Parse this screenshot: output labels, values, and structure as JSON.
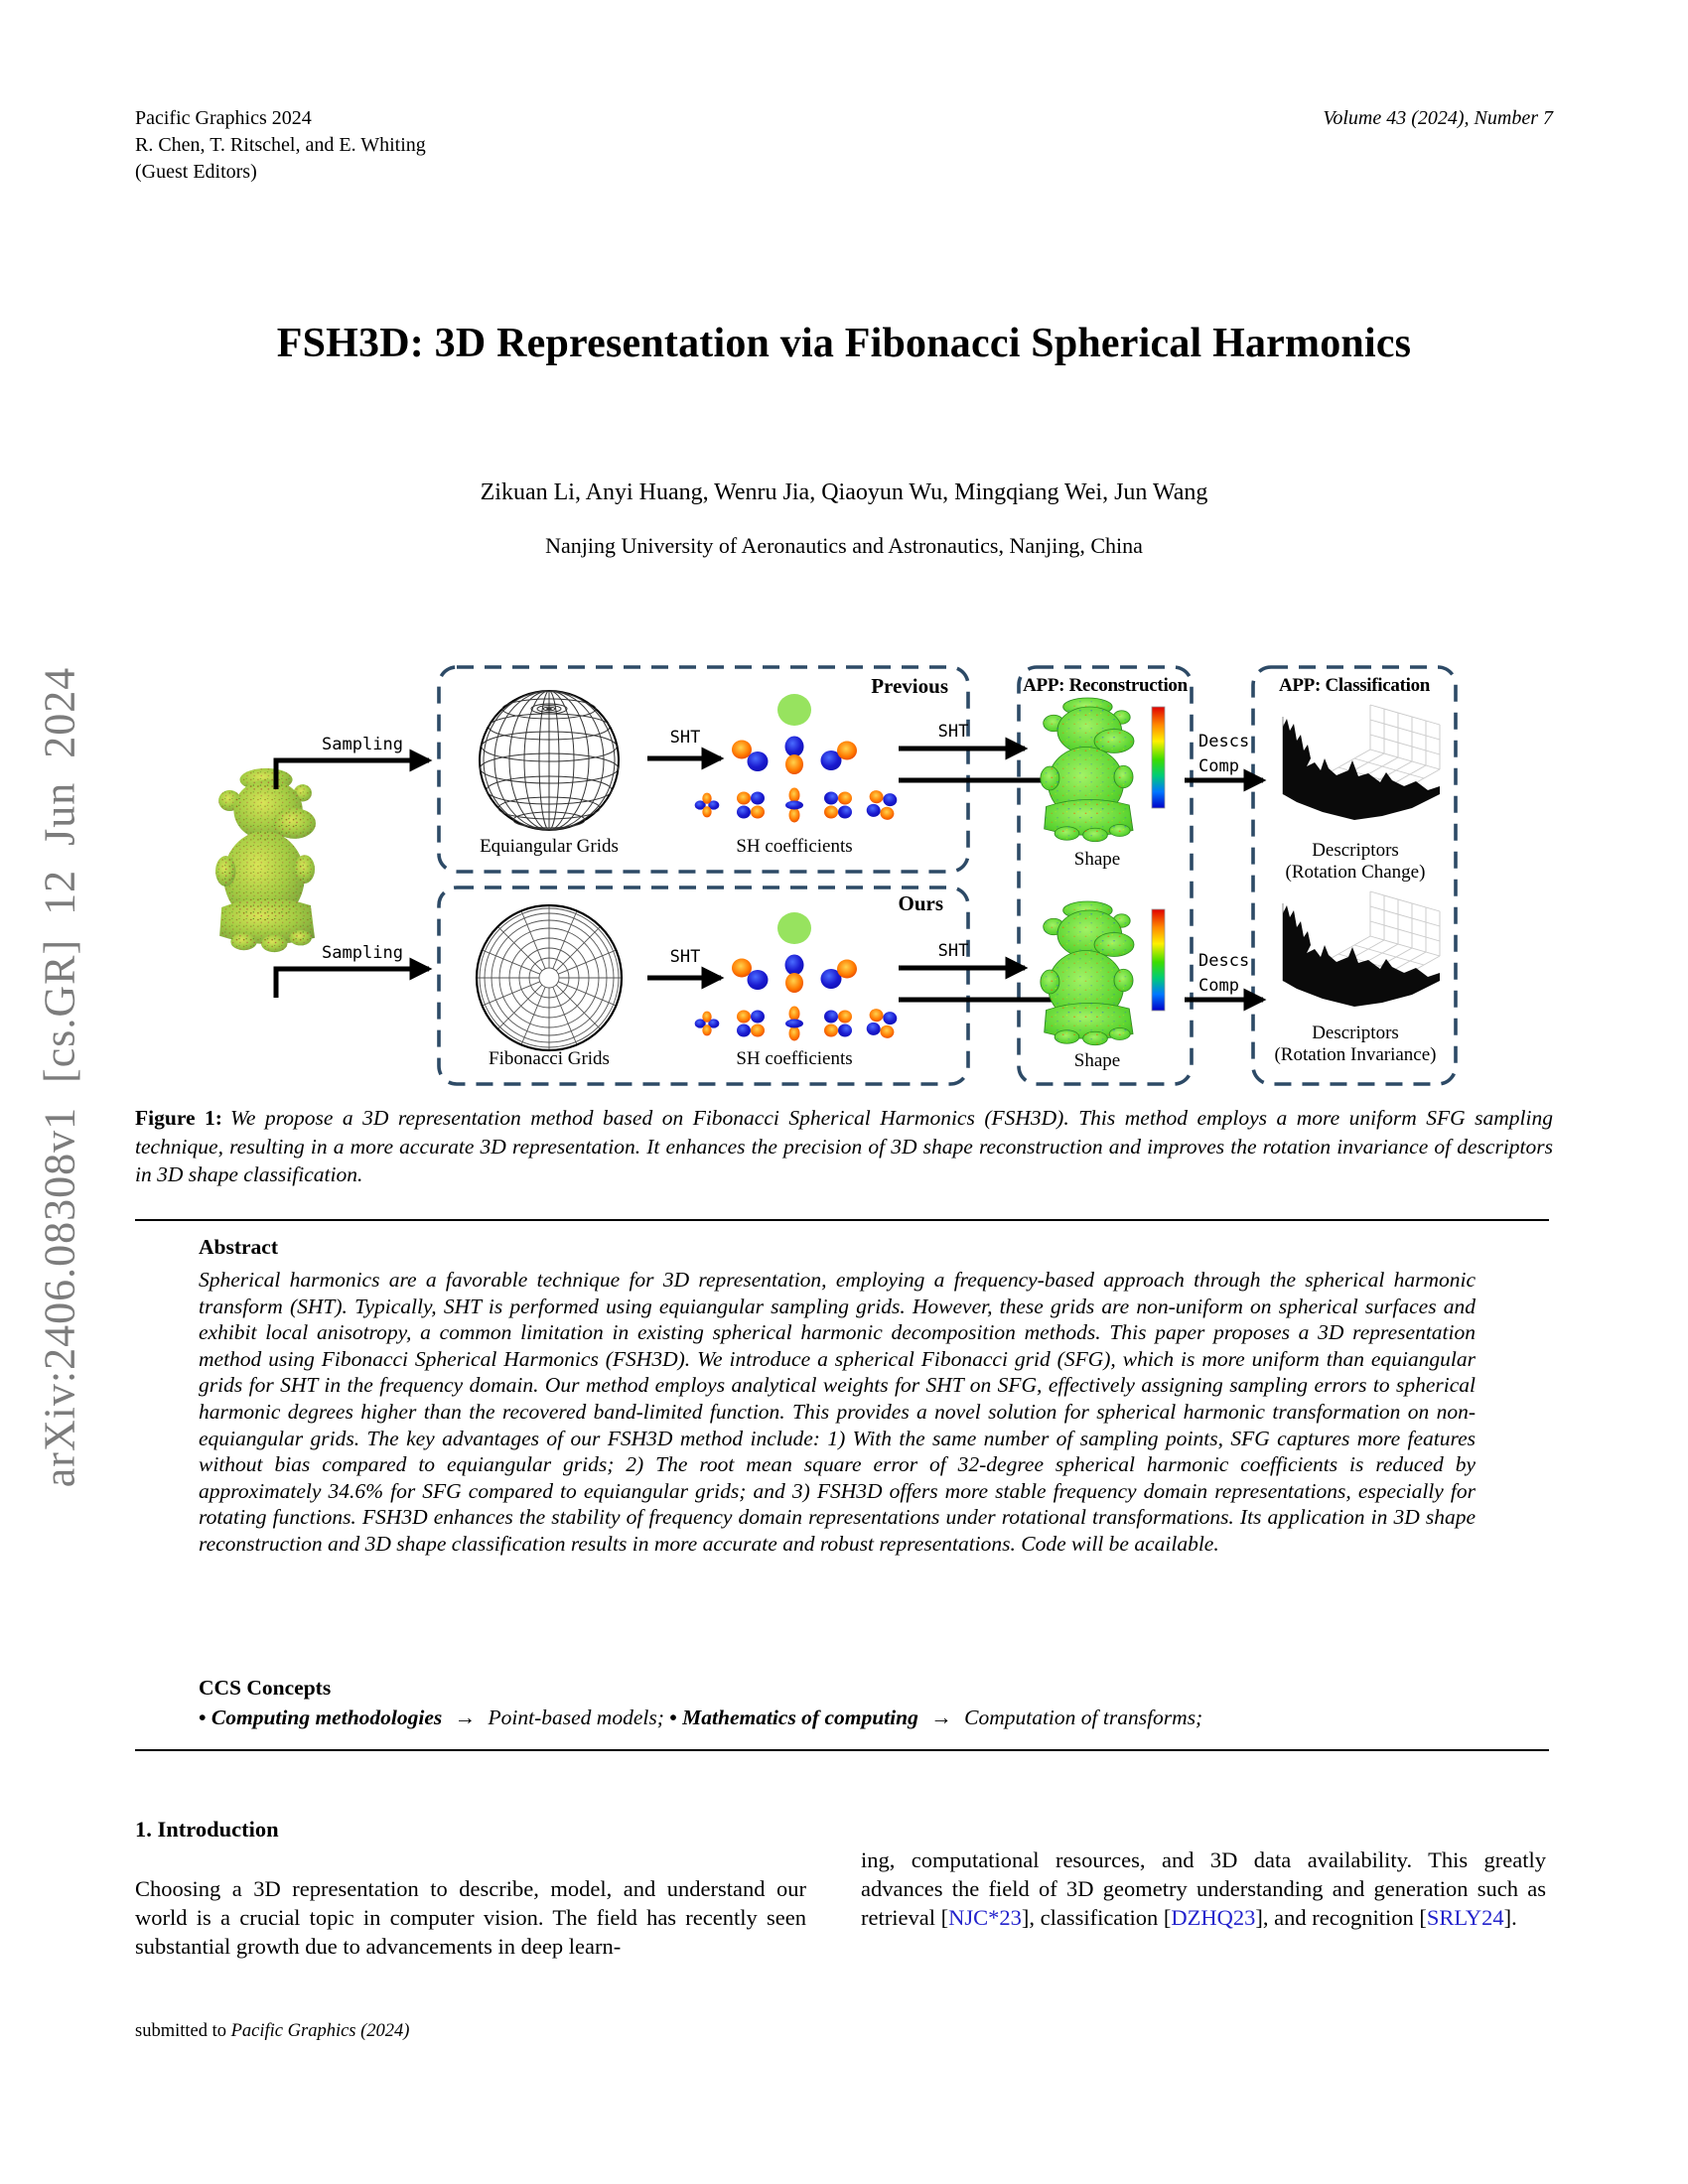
{
  "header": {
    "left_line1": "Pacific Graphics 2024",
    "left_line2": "R. Chen, T. Ritschel, and E. Whiting",
    "left_line3": "(Guest Editors)",
    "right": "Volume 43 (2024), Number 7"
  },
  "arxiv_watermark": "arXiv:2406.08308v1 [cs.GR] 12 Jun 2024",
  "title": "FSH3D: 3D Representation via Fibonacci Spherical Harmonics",
  "authors": "Zikuan Li, Anyi Huang, Wenru Jia, Qiaoyun Wu, Mingqiang Wei, Jun Wang",
  "affiliation": "Nanjing University of Aeronautics and Astronautics, Nanjing, China",
  "colors": {
    "box_dash": "#2d4a66",
    "citation_blue": "#2222cc",
    "arxiv_gray": "#7c7c7c",
    "sh_green": "#97e35f",
    "shape_green": "#55d02c"
  },
  "figure": {
    "boxes": {
      "previous": "Previous",
      "ours": "Ours",
      "reconstruction": "APP: Reconstruction",
      "classification": "APP: Classification"
    },
    "arrows": {
      "sampling": "Sampling",
      "sht": "SHT",
      "descs_line1": "Descs",
      "descs_line2": "Comp"
    },
    "labels": {
      "equiangular": "Equiangular Grids",
      "fibonacci": "Fibonacci Grids",
      "sh_coefficients": "SH coefficients",
      "shape": "Shape",
      "descriptors": "Descriptors",
      "rotation_change": "(Rotation Change)",
      "rotation_invariance": "(Rotation Invariance)"
    },
    "caption_label": "Figure 1:",
    "caption_text": "We propose a 3D representation method based on Fibonacci Spherical Harmonics (FSH3D). This method employs a more uniform SFG sampling technique, resulting in a more accurate 3D representation. It enhances the precision of 3D shape reconstruction and improves the rotation invariance of descriptors in 3D shape classification."
  },
  "abstract": {
    "heading": "Abstract",
    "text": "Spherical harmonics are a favorable technique for 3D representation, employing a frequency-based approach through the spherical harmonic transform (SHT). Typically, SHT is performed using equiangular sampling grids. However, these grids are non-uniform on spherical surfaces and exhibit local anisotropy, a common limitation in existing spherical harmonic decomposition methods. This paper proposes a 3D representation method using Fibonacci Spherical Harmonics (FSH3D). We introduce a spherical Fibonacci grid (SFG), which is more uniform than equiangular grids for SHT in the frequency domain. Our method employs analytical weights for SHT on SFG, effectively assigning sampling errors to spherical harmonic degrees higher than the recovered band-limited function. This provides a novel solution for spherical harmonic transformation on non-equiangular grids. The key advantages of our FSH3D method include: 1) With the same number of sampling points, SFG captures more features without bias compared to equiangular grids; 2) The root mean square error of 32-degree spherical harmonic coefficients is reduced by approximately 34.6% for SFG compared to equiangular grids; and 3) FSH3D offers more stable frequency domain representations, especially for rotating functions. FSH3D enhances the stability of frequency domain representations under rotational transformations. Its application in 3D shape reconstruction and 3D shape classification results in more accurate and robust representations. Code will be acailable."
  },
  "ccs": {
    "heading": "CCS Concepts",
    "bullet": "•",
    "cat1": "Computing methodologies",
    "arrow": "→",
    "desc1": "Point-based models;",
    "cat2": "Mathematics of computing",
    "desc2": "Computation of transforms;"
  },
  "intro": {
    "heading": "1. Introduction",
    "left": "Choosing a 3D representation to describe, model, and understand our world is a crucial topic in computer vision. The field has recently seen substantial growth due to advancements in deep learn-",
    "right_p0": "ing, computational resources, and 3D data availability. This greatly advances the field of 3D geometry understanding and generation such as retrieval [",
    "cite1": "NJC*23",
    "right_p1": "], classification [",
    "cite2": "DZHQ23",
    "right_p2": "], and recognition [",
    "cite3": "SRLY24",
    "right_p3": "]."
  },
  "footer": {
    "prefix": "submitted to",
    "venue": "Pacific Graphics (2024)"
  }
}
